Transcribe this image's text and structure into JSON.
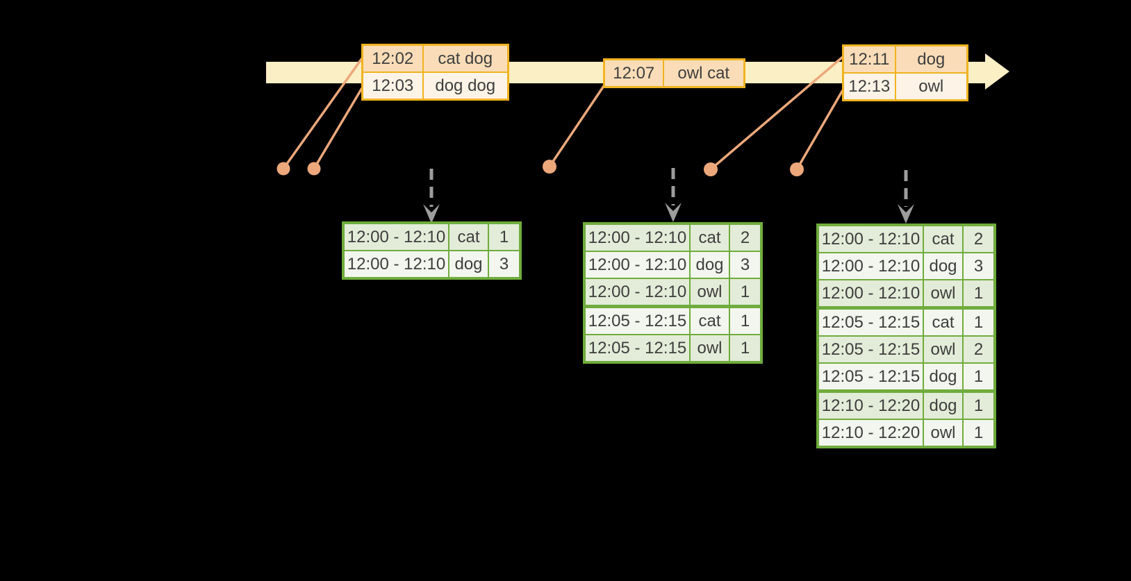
{
  "colors": {
    "background": "#000000",
    "timeline_band": "#FBEFC5",
    "event_border": "#F0B321",
    "event_fill_dark": "#FADDB8",
    "event_fill_light": "#FDF3E6",
    "result_border": "#6FAC3D",
    "result_fill_dark": "#E3ECD8",
    "result_fill_light": "#F3F6EE",
    "connector_orange": "#ECA87B",
    "arrow_gray": "#9D9D9D",
    "text": "#3E3E3E"
  },
  "event_tables": [
    {
      "name": "events-batch-1",
      "rows": [
        {
          "time": "12:02",
          "words": "cat dog"
        },
        {
          "time": "12:03",
          "words": "dog dog"
        }
      ]
    },
    {
      "name": "events-batch-2",
      "rows": [
        {
          "time": "12:07",
          "words": "owl cat"
        }
      ]
    },
    {
      "name": "events-batch-3",
      "rows": [
        {
          "time": "12:11",
          "words": "dog"
        },
        {
          "time": "12:13",
          "words": "owl"
        }
      ]
    }
  ],
  "result_tables": [
    {
      "name": "windowed-counts-1",
      "rows": [
        {
          "window": "12:00 - 12:10",
          "word": "cat",
          "count": "1"
        },
        {
          "window": "12:00 - 12:10",
          "word": "dog",
          "count": "3"
        }
      ]
    },
    {
      "name": "windowed-counts-2",
      "rows": [
        {
          "window": "12:00 - 12:10",
          "word": "cat",
          "count": "2"
        },
        {
          "window": "12:00 - 12:10",
          "word": "dog",
          "count": "3"
        },
        {
          "window": "12:00 - 12:10",
          "word": "owl",
          "count": "1"
        },
        {
          "window": "12:05 - 12:15",
          "word": "cat",
          "count": "1"
        },
        {
          "window": "12:05 - 12:15",
          "word": "owl",
          "count": "1"
        }
      ]
    },
    {
      "name": "windowed-counts-3",
      "rows": [
        {
          "window": "12:00 - 12:10",
          "word": "cat",
          "count": "2"
        },
        {
          "window": "12:00 - 12:10",
          "word": "dog",
          "count": "3"
        },
        {
          "window": "12:00 - 12:10",
          "word": "owl",
          "count": "1"
        },
        {
          "window": "12:05 - 12:15",
          "word": "cat",
          "count": "1"
        },
        {
          "window": "12:05 - 12:15",
          "word": "owl",
          "count": "2"
        },
        {
          "window": "12:05 - 12:15",
          "word": "dog",
          "count": "1"
        },
        {
          "window": "12:10 - 12:20",
          "word": "dog",
          "count": "1"
        },
        {
          "window": "12:10 - 12:20",
          "word": "owl",
          "count": "1"
        }
      ]
    }
  ]
}
